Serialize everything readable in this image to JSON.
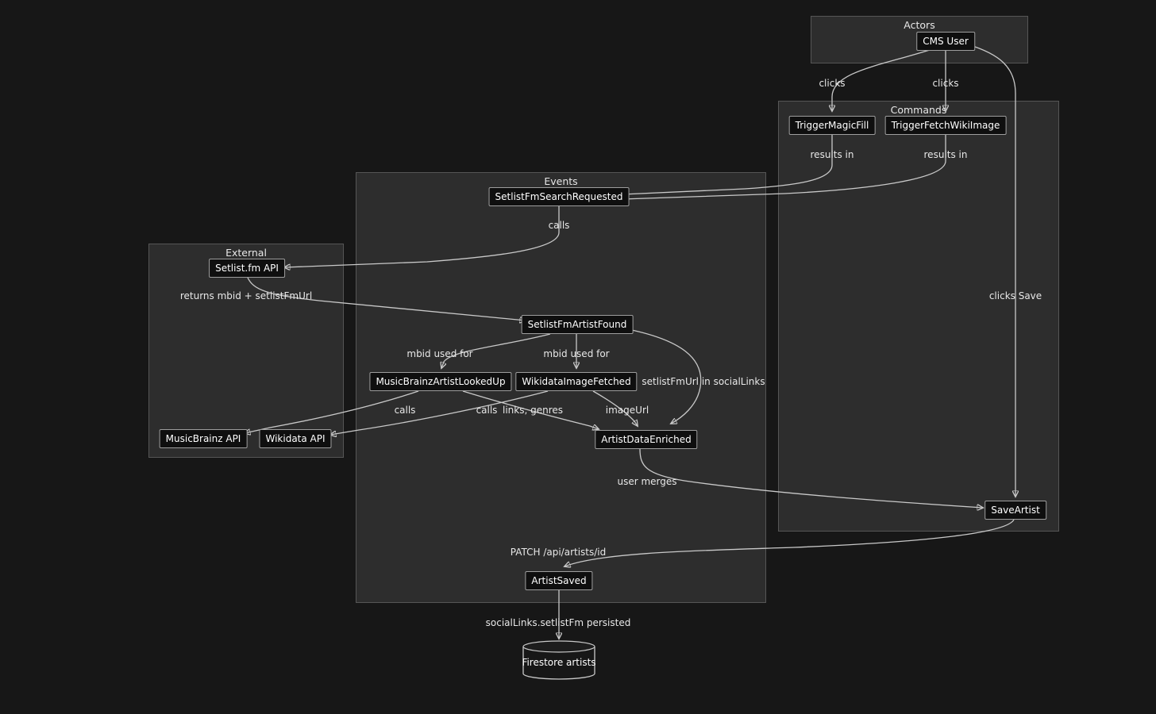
{
  "colors": {
    "bg": "#171717",
    "cluster-fill": "#2d2d2d",
    "cluster-border": "#565656",
    "node-fill": "#0f0f0f",
    "node-border": "#9e9e9e",
    "edge": "#c9c9c9",
    "node-text": "#ffffff",
    "label-text": "#e8e8e8"
  },
  "diagram": {
    "type": "flowchart",
    "clusters": [
      {
        "id": "actors",
        "label": "Actors"
      },
      {
        "id": "commands",
        "label": "Commands"
      },
      {
        "id": "events",
        "label": "Events"
      },
      {
        "id": "external",
        "label": "External"
      }
    ],
    "nodes": [
      {
        "id": "cms-user",
        "label": "CMS User",
        "cluster": "actors"
      },
      {
        "id": "trigger-magic-fill",
        "label": "TriggerMagicFill",
        "cluster": "commands"
      },
      {
        "id": "trigger-fetch-wiki-image",
        "label": "TriggerFetchWikiImage",
        "cluster": "commands"
      },
      {
        "id": "save-artist",
        "label": "SaveArtist",
        "cluster": "commands"
      },
      {
        "id": "setlistfm-search-requested",
        "label": "SetlistFmSearchRequested",
        "cluster": "events"
      },
      {
        "id": "setlistfm-artist-found",
        "label": "SetlistFmArtistFound",
        "cluster": "events"
      },
      {
        "id": "musicbrainz-artist-looked-up",
        "label": "MusicBrainzArtistLookedUp",
        "cluster": "events"
      },
      {
        "id": "wikidata-image-fetched",
        "label": "WikidataImageFetched",
        "cluster": "events"
      },
      {
        "id": "artist-data-enriched",
        "label": "ArtistDataEnriched",
        "cluster": "events"
      },
      {
        "id": "artist-saved",
        "label": "ArtistSaved",
        "cluster": "events"
      },
      {
        "id": "setlistfm-api",
        "label": "Setlist.fm API",
        "cluster": "external"
      },
      {
        "id": "musicbrainz-api",
        "label": "MusicBrainz API",
        "cluster": "external"
      },
      {
        "id": "wikidata-api",
        "label": "Wikidata API",
        "cluster": "external"
      },
      {
        "id": "firestore-artists",
        "label": "Firestore artists",
        "cluster": null,
        "shape": "cylinder"
      }
    ],
    "edges": [
      {
        "from": "cms-user",
        "to": "trigger-magic-fill",
        "label": "clicks"
      },
      {
        "from": "cms-user",
        "to": "trigger-fetch-wiki-image",
        "label": "clicks"
      },
      {
        "from": "cms-user",
        "to": "save-artist",
        "label": "clicks Save"
      },
      {
        "from": "trigger-magic-fill",
        "to": "setlistfm-search-requested",
        "label": "results in"
      },
      {
        "from": "trigger-fetch-wiki-image",
        "to": "setlistfm-search-requested",
        "label": "results in"
      },
      {
        "from": "setlistfm-search-requested",
        "to": "setlistfm-api",
        "label": "calls"
      },
      {
        "from": "setlistfm-api",
        "to": "setlistfm-artist-found",
        "label": "returns mbid + setlistFmUrl"
      },
      {
        "from": "setlistfm-artist-found",
        "to": "musicbrainz-artist-looked-up",
        "label": "mbid used for"
      },
      {
        "from": "setlistfm-artist-found",
        "to": "wikidata-image-fetched",
        "label": "mbid used for"
      },
      {
        "from": "setlistfm-artist-found",
        "to": "artist-data-enriched",
        "label": "setlistFmUrl in socialLinks"
      },
      {
        "from": "musicbrainz-artist-looked-up",
        "to": "musicbrainz-api",
        "label": "calls"
      },
      {
        "from": "wikidata-image-fetched",
        "to": "wikidata-api",
        "label": "calls"
      },
      {
        "from": "musicbrainz-artist-looked-up",
        "to": "artist-data-enriched",
        "label": "links, genres"
      },
      {
        "from": "wikidata-image-fetched",
        "to": "artist-data-enriched",
        "label": "imageUrl"
      },
      {
        "from": "artist-data-enriched",
        "to": "save-artist",
        "label": "user merges"
      },
      {
        "from": "save-artist",
        "to": "artist-saved",
        "label": "PATCH /api/artists/id"
      },
      {
        "from": "artist-saved",
        "to": "firestore-artists",
        "label": "socialLinks.setlistFm persisted"
      }
    ]
  }
}
